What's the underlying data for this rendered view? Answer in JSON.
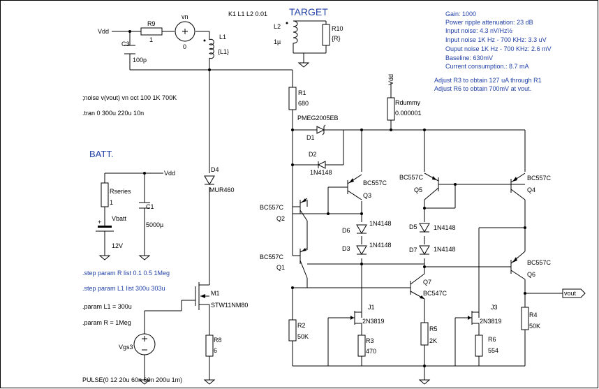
{
  "directives": {
    "coupling": "K1 L1 L2 0.01",
    "noise": ";noise v(vout) vn oct 100 1K 700K",
    "tran": ".tran 0 300u 220u 10n",
    "step_r": ".step param R list  0.1 0.5 1Meg",
    "step_l1": ".step param L1 list  300u 303u",
    "param_l1": ".param L1 = 300u",
    "param_r": ".param R = 1Meg",
    "pulse": "PULSE(0 12 20u 60n 60n 200u 1m)"
  },
  "titles": {
    "target": "TARGET",
    "batt": "BATT."
  },
  "specs": [
    "Gain: 1000",
    "Power ripple attenuation: 23 dB",
    "Input noise: 4.3 nV/Hz½",
    "Input noise 1K Hz - 700 KHz:  3.3 uV",
    "Ouput noise 1K Hz - 700 KHz:  2.6 mV",
    "Baseline: 630mV",
    "Current consumption.: 8.7 mA"
  ],
  "notes": [
    "Adjust R3 to obtain 127 uA through R1",
    "Adjust R6 to obtain 700mV at vout."
  ],
  "nets": {
    "vdd": "Vdd",
    "vout": "vout"
  },
  "components": {
    "R9": {
      "name": "R9",
      "value": "1"
    },
    "vn": {
      "name": "vn",
      "value": "0"
    },
    "L1": {
      "name": "L1",
      "value": "{L1}"
    },
    "C3": {
      "name": "C3",
      "value": "100p"
    },
    "L2": {
      "name": "L2",
      "value": "1µ"
    },
    "R10": {
      "name": "R10",
      "value": "{R}"
    },
    "R1": {
      "name": "R1",
      "value": "680"
    },
    "Rdummy": {
      "name": "Rdummy",
      "value": "0.000001"
    },
    "D1": {
      "name": "D1",
      "value": "PMEG2005EB"
    },
    "D2": {
      "name": "D2",
      "value": "1N4148"
    },
    "Q3": {
      "name": "Q3",
      "value": "BC557C"
    },
    "Q5": {
      "name": "Q5",
      "value": "BC557C"
    },
    "Q4": {
      "name": "Q4",
      "value": "BC557C"
    },
    "Q2": {
      "name": "Q2",
      "value": "BC557C"
    },
    "Q1": {
      "name": "Q1",
      "value": "BC557C"
    },
    "D6": {
      "name": "D6",
      "value": "1N4148"
    },
    "D3": {
      "name": "D3",
      "value": "1N4148"
    },
    "D5": {
      "name": "D5",
      "value": "1N4148"
    },
    "D7": {
      "name": "D7",
      "value": "1N4148"
    },
    "Q6": {
      "name": "Q6",
      "value": "BC557C"
    },
    "Q7": {
      "name": "Q7",
      "value": "BC547C"
    },
    "J1": {
      "name": "J1",
      "value": "2N3819"
    },
    "J3": {
      "name": "J3",
      "value": "2N3819"
    },
    "R2": {
      "name": "R2",
      "value": "50K"
    },
    "R3": {
      "name": "R3",
      "value": "470"
    },
    "R5": {
      "name": "R5",
      "value": "2K"
    },
    "R6": {
      "name": "R6",
      "value": "554"
    },
    "R4": {
      "name": "R4",
      "value": "50K"
    },
    "D4": {
      "name": "D4",
      "value": "MUR460"
    },
    "M1": {
      "name": "M1",
      "value": "STW11NM80"
    },
    "R8": {
      "name": "R8",
      "value": "6"
    },
    "Vgs3": {
      "name": "Vgs3"
    },
    "Rseries": {
      "name": "Rseries",
      "value": "1"
    },
    "C1": {
      "name": "C1",
      "value": "5000µ"
    },
    "Vbatt": {
      "name": "Vbatt",
      "value": "12V"
    }
  },
  "colors": {
    "wire": "#000000",
    "annotation": "#1f3fa6"
  }
}
